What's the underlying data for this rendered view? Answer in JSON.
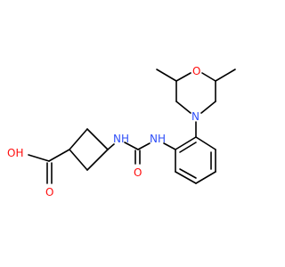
{
  "structure": {
    "atoms": {
      "O_hydroxyl": {
        "label": "OH",
        "color": "#ff0d0d"
      },
      "O_carbonyl_acid": {
        "label": "O",
        "color": "#ff0d0d"
      },
      "N_urea_left": {
        "label": "NH",
        "color": "#3050f8"
      },
      "N_urea_right": {
        "label": "NH",
        "color": "#3050f8"
      },
      "O_urea": {
        "label": "O",
        "color": "#ff0d0d"
      },
      "N_morpholine": {
        "label": "N",
        "color": "#3050f8"
      },
      "O_morpholine": {
        "label": "O",
        "color": "#ff0d0d"
      }
    }
  }
}
